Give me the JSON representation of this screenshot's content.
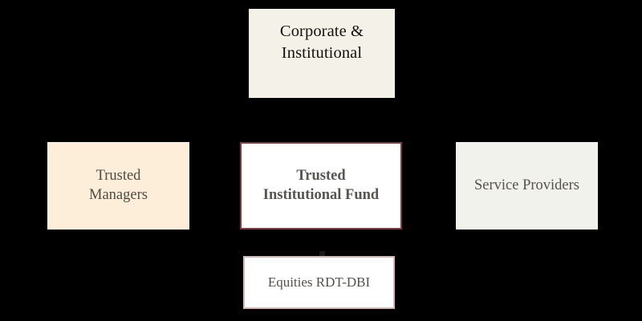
{
  "diagram": {
    "type": "block-diagram",
    "background_color": "#000000",
    "nodes": [
      {
        "id": "corporate-institutional",
        "label": "Corporate &\nInstitutional",
        "role": "top",
        "fill_color": "#f4f1e8",
        "border_color": "none",
        "text_color": "#141210",
        "bold": false
      },
      {
        "id": "trusted-managers",
        "label": "Trusted\nManagers",
        "role": "left",
        "fill_color": "#fdeed9",
        "border_color": "none",
        "text_color": "#4f4a45",
        "bold": false
      },
      {
        "id": "trusted-institutional-fund",
        "label": "Trusted\nInstitutional Fund",
        "role": "center",
        "fill_color": "#ffffff",
        "border_color": "#7d3a40",
        "text_color": "#58544f",
        "bold": true
      },
      {
        "id": "service-providers",
        "label": "Service Providers",
        "role": "right",
        "fill_color": "#f2f2ec",
        "border_color": "none",
        "text_color": "#56524d",
        "bold": false
      },
      {
        "id": "equities-rdt-dbi",
        "label": "Equities RDT-DBI",
        "role": "bottom",
        "fill_color": "#ffffff",
        "border_color": "#d8b6b6",
        "text_color": "#55514c",
        "bold": false
      }
    ],
    "connectors": [
      {
        "id": "fund-to-equities",
        "from": "trusted-institutional-fund",
        "to": "equities-rdt-dbi",
        "style": "stub",
        "color": "#1a1a1a"
      }
    ]
  }
}
